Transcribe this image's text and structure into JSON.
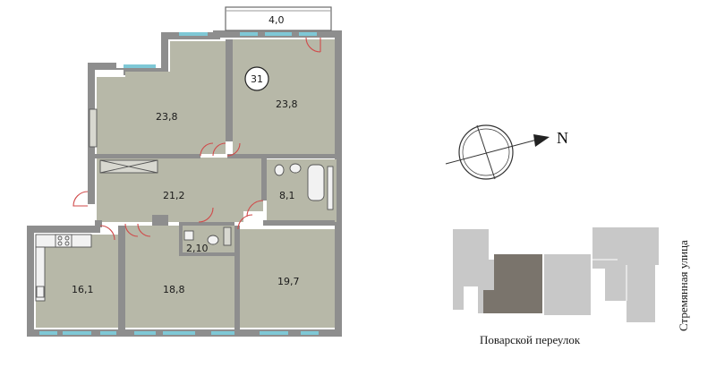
{
  "plan": {
    "apartment_number": "31",
    "balcony_area": "4,0",
    "rooms": [
      {
        "id": "room-top-left",
        "area": "23,8"
      },
      {
        "id": "room-top-right",
        "area": "23,8"
      },
      {
        "id": "hall",
        "area": "21,2"
      },
      {
        "id": "bathroom",
        "area": "8,1"
      },
      {
        "id": "wc",
        "area": "2,10"
      },
      {
        "id": "kitchen",
        "area": "16,1"
      },
      {
        "id": "room-bottom-middle",
        "area": "18,8"
      },
      {
        "id": "room-bottom-right",
        "area": "19,7"
      }
    ]
  },
  "compass": {
    "north_label": "N"
  },
  "site_plan": {
    "street_bottom": "Поварской переулок",
    "street_right": "Стремянная улица"
  },
  "colors": {
    "room_fill": "#b7b8a8",
    "wall": "#8e8e8e",
    "wall_light": "#a8a8a8",
    "window": "#7ec8d6",
    "door": "#d04a4a",
    "building": "#c8c8c8",
    "building_highlight": "#7a746c"
  }
}
